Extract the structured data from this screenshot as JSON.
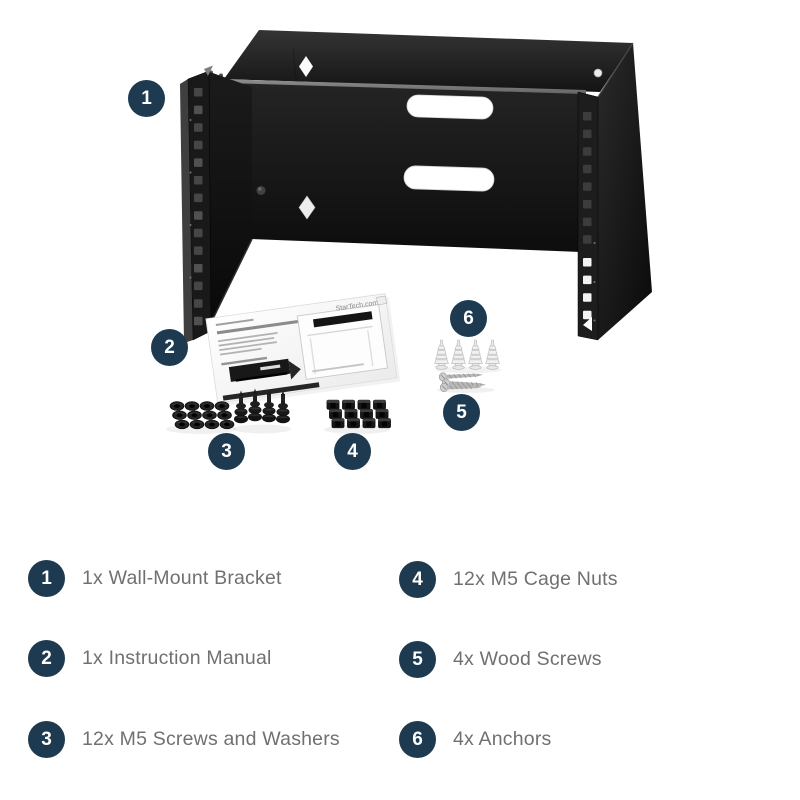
{
  "photo": {
    "manual_logo": "StarTech.com"
  },
  "legend": {
    "items": [
      {
        "number": "1",
        "label": "1x Wall-Mount Bracket"
      },
      {
        "number": "2",
        "label": "1x Instruction Manual"
      },
      {
        "number": "3",
        "label": "12x M5 Screws and Washers"
      },
      {
        "number": "4",
        "label": "12x M5 Cage Nuts"
      },
      {
        "number": "5",
        "label": "4x Wood Screws"
      },
      {
        "number": "6",
        "label": "4x Anchors"
      }
    ]
  },
  "colors": {
    "badge_navy": "#1d3a50",
    "legend_text_gray": "#707070",
    "background": "#ffffff",
    "bracket_black": "#151515",
    "top_bar_gray": "#757575"
  }
}
